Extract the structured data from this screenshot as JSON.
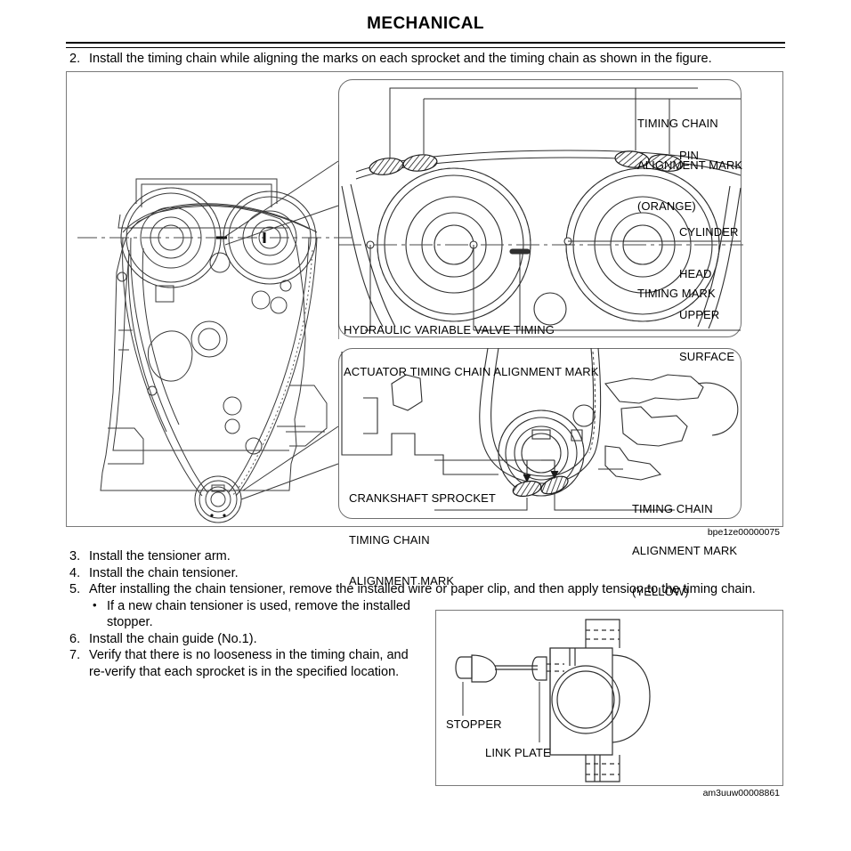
{
  "header": {
    "title": "MECHANICAL"
  },
  "step2": {
    "number": "2.",
    "text": "Install the timing chain while aligning the marks on each sprocket and the timing chain as shown in the figure."
  },
  "figure1": {
    "id": "bpe1ze00000075",
    "labels": {
      "timing_chain_alignment_mark_orange_l1": "TIMING CHAIN",
      "timing_chain_alignment_mark_orange_l2": "ALIGNMENT MARK",
      "timing_chain_alignment_mark_orange_l3": "(ORANGE)",
      "pin": "PIN",
      "cylinder_head_upper_surface_l1": "CYLINDER",
      "cylinder_head_upper_surface_l2": "HEAD",
      "cylinder_head_upper_surface_l3": "UPPER",
      "cylinder_head_upper_surface_l4": "SURFACE",
      "timing_mark": "TIMING MARK",
      "hvvt_actuator_l1": "HYDRAULIC VARIABLE VALVE TIMING",
      "hvvt_actuator_l2": "ACTUATOR TIMING CHAIN ALIGNMENT MARK",
      "crankshaft_sprocket_l1": "CRANKSHAFT SPROCKET",
      "crankshaft_sprocket_l2": "TIMING CHAIN",
      "crankshaft_sprocket_l3": "ALIGNMENT MARK",
      "timing_chain_alignment_mark_yellow_l1": "TIMING CHAIN",
      "timing_chain_alignment_mark_yellow_l2": "ALIGNMENT MARK",
      "timing_chain_alignment_mark_yellow_l3": "(YELLOW)"
    }
  },
  "figure2": {
    "id": "am3uuw00008861",
    "labels": {
      "stopper": "STOPPER",
      "link_plate": "LINK PLATE"
    }
  },
  "steps": [
    {
      "number": "3.",
      "text": "Install the tensioner arm."
    },
    {
      "number": "4.",
      "text": "Install the chain tensioner."
    },
    {
      "number": "5.",
      "text": "After installing the chain tensioner, remove the installed wire or paper clip, and then apply tension to the timing chain."
    },
    {
      "number": "6.",
      "text": "Install the chain guide (No.1)."
    },
    {
      "number": "7.",
      "text": "Verify that there is no looseness in the timing chain, and re-verify that each sprocket is in the specified location."
    }
  ],
  "substep": {
    "bullet": "•",
    "text": "If a new chain tensioner is used, remove the installed stopper."
  },
  "colors": {
    "ink": "#000000",
    "box_border": "#7a7a7a",
    "hatch_fill": "#8d8d8d"
  }
}
